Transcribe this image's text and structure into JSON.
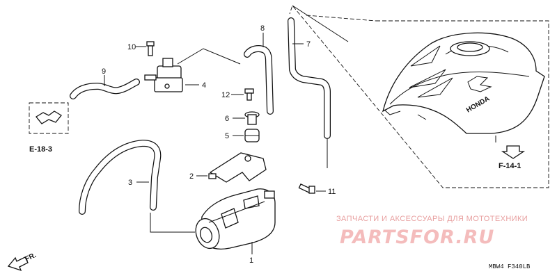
{
  "parts": [
    {
      "no": "1"
    },
    {
      "no": "2"
    },
    {
      "no": "3"
    },
    {
      "no": "4"
    },
    {
      "no": "5"
    },
    {
      "no": "6"
    },
    {
      "no": "7"
    },
    {
      "no": "8"
    },
    {
      "no": "9"
    },
    {
      "no": "10"
    },
    {
      "no": "11"
    },
    {
      "no": "12"
    }
  ],
  "refs": {
    "left": "E-18-3",
    "right": "F-14-1"
  },
  "direction_label": "FR.",
  "tank_brand": "HONDA",
  "watermark": {
    "top": "ЗАПЧАСТИ И АКСЕССУАРЫ ДЛЯ МОТОТЕХНИКИ",
    "logo": "PARTSFOR.RU"
  },
  "diagram_code": "MBW4  F340LB"
}
